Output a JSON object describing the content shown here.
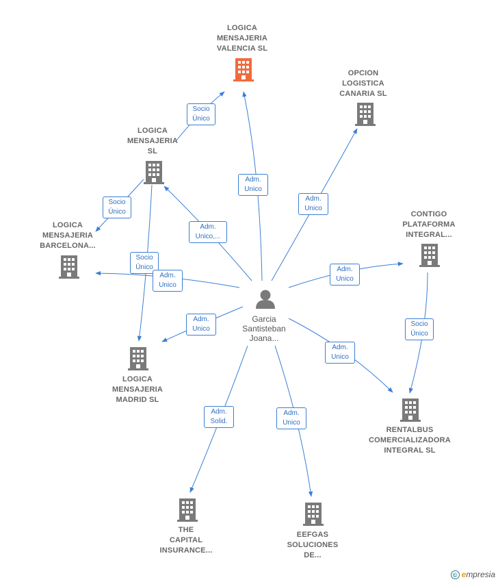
{
  "nodes": {
    "valencia": {
      "lines": [
        "LOGICA",
        "MENSAJERIA",
        "VALENCIA SL"
      ],
      "highlight": true
    },
    "opcion": {
      "lines": [
        "OPCION",
        "LOGISTICA",
        "CANARIA SL"
      ]
    },
    "sl": {
      "lines": [
        "LOGICA",
        "MENSAJERIA",
        "SL"
      ]
    },
    "barcelona": {
      "lines": [
        "LOGICA",
        "MENSAJERIA",
        "BARCELONA..."
      ]
    },
    "contigo": {
      "lines": [
        "CONTIGO",
        "PLATAFORMA",
        "INTEGRAL..."
      ]
    },
    "madrid": {
      "lines": [
        "LOGICA",
        "MENSAJERIA",
        "MADRID SL"
      ]
    },
    "rentalbus": {
      "lines": [
        "RENTALBUS",
        "COMERCIALIZADORA",
        "INTEGRAL SL"
      ]
    },
    "capital": {
      "lines": [
        "THE",
        "CAPITAL",
        "INSURANCE..."
      ]
    },
    "eefgas": {
      "lines": [
        "EEFGAS",
        "SOLUCIONES",
        "DE..."
      ]
    }
  },
  "person": {
    "lines": [
      "Garcia",
      "Santisteban",
      "Joana..."
    ]
  },
  "edges": {
    "sl_valencia": [
      "Socio",
      "Único"
    ],
    "person_valencia": [
      "Adm.",
      "Unico"
    ],
    "person_opcion": [
      "Adm.",
      "Unico"
    ],
    "person_sl": [
      "Adm.",
      "Unico,..."
    ],
    "sl_barcelona": [
      "Socio",
      "Único"
    ],
    "sl_madrid": [
      "Socio",
      "Único"
    ],
    "person_barcelona": [
      "Adm.",
      "Unico"
    ],
    "person_contigo": [
      "Adm.",
      "Unico"
    ],
    "person_madrid": [
      "Adm.",
      "Unico"
    ],
    "contigo_rentalbus": [
      "Socio",
      "Único"
    ],
    "person_rentalbus": [
      "Adm.",
      "Unico"
    ],
    "person_capital": [
      "Adm.",
      "Solid."
    ],
    "person_eefgas": [
      "Adm.",
      "Unico"
    ]
  },
  "footer": {
    "copyright_symbol": "©",
    "brand_first": "e",
    "brand_rest": "mpresia"
  },
  "colors": {
    "building": "#7a7a7a",
    "highlight": "#f26a3c",
    "edge": "#3a7fd5",
    "person": "#7a7a7a"
  }
}
